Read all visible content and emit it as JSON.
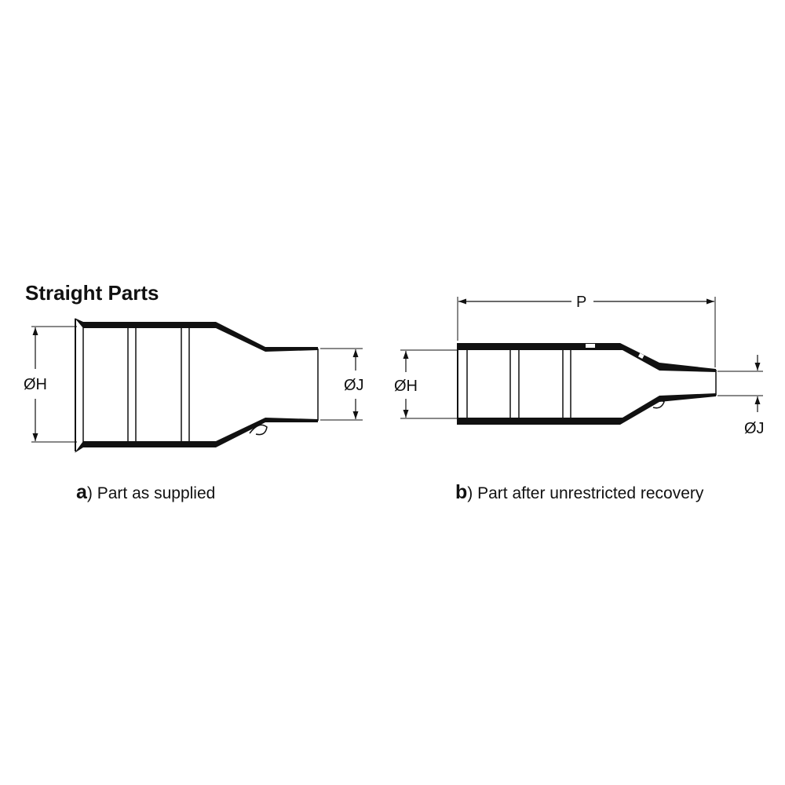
{
  "title": "Straight Parts",
  "part_a": {
    "label_h": "ØH",
    "label_j": "ØJ",
    "caption_letter": "a",
    "caption_text": ") Part as supplied"
  },
  "part_b": {
    "label_p": "P",
    "label_h": "ØH",
    "label_j": "ØJ",
    "caption_letter": "b",
    "caption_text": ") Part after unrestricted recovery"
  }
}
